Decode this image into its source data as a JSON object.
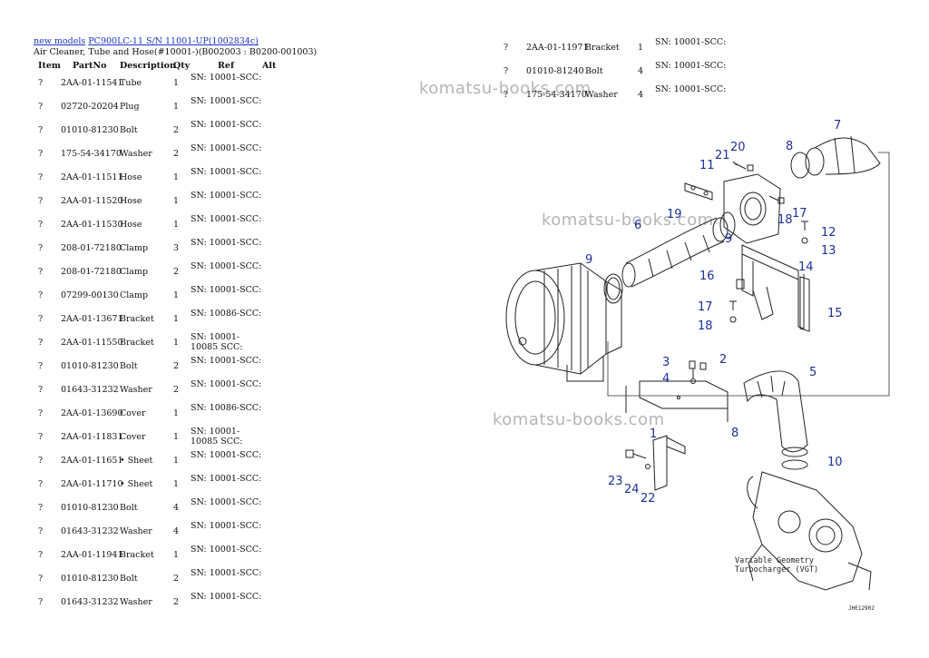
{
  "breadcrumb": {
    "root": "new models",
    "model": "PC900LC-11 S/N 11001-UP(1002834c)"
  },
  "subtitle": "Air Cleaner, Tube and Hose(#10001-)(B002003 : B0200-001003)",
  "headers": {
    "item": "Item",
    "partno": "PartNo",
    "description": "Description",
    "qty": "Qty",
    "ref": "Ref",
    "alt": "Alt"
  },
  "rows": [
    {
      "item": "?",
      "partno": "2AA-01-11541",
      "description": "Tube",
      "qty": "1",
      "ref": "SN: 10001-SCC:"
    },
    {
      "item": "?",
      "partno": "02720-20204",
      "description": "Plug",
      "qty": "1",
      "ref": "SN: 10001-SCC:"
    },
    {
      "item": "?",
      "partno": "01010-81230",
      "description": "Bolt",
      "qty": "2",
      "ref": "SN: 10001-SCC:"
    },
    {
      "item": "?",
      "partno": "175-54-34170",
      "description": "Washer",
      "qty": "2",
      "ref": "SN: 10001-SCC:"
    },
    {
      "item": "?",
      "partno": "2AA-01-11511",
      "description": "Hose",
      "qty": "1",
      "ref": "SN: 10001-SCC:"
    },
    {
      "item": "?",
      "partno": "2AA-01-11520",
      "description": "Hose",
      "qty": "1",
      "ref": "SN: 10001-SCC:"
    },
    {
      "item": "?",
      "partno": "2AA-01-11530",
      "description": "Hose",
      "qty": "1",
      "ref": "SN: 10001-SCC:"
    },
    {
      "item": "?",
      "partno": "208-01-72180",
      "description": "Clamp",
      "qty": "3",
      "ref": "SN: 10001-SCC:"
    },
    {
      "item": "?",
      "partno": "208-01-72180",
      "description": "Clamp",
      "qty": "2",
      "ref": "SN: 10001-SCC:"
    },
    {
      "item": "?",
      "partno": "07299-00130",
      "description": "Clamp",
      "qty": "1",
      "ref": "SN: 10001-SCC:"
    },
    {
      "item": "?",
      "partno": "2AA-01-13671",
      "description": "Bracket",
      "qty": "1",
      "ref": "SN: 10086-SCC:"
    },
    {
      "item": "?",
      "partno": "2AA-01-11550",
      "description": "Bracket",
      "qty": "1",
      "ref": "SN: 10001-10085 SCC:"
    },
    {
      "item": "?",
      "partno": "01010-81230",
      "description": "Bolt",
      "qty": "2",
      "ref": "SN: 10001-SCC:"
    },
    {
      "item": "?",
      "partno": "01643-31232",
      "description": "Washer",
      "qty": "2",
      "ref": "SN: 10001-SCC:"
    },
    {
      "item": "?",
      "partno": "2AA-01-13690",
      "description": "Cover",
      "qty": "1",
      "ref": "SN: 10086-SCC:"
    },
    {
      "item": "?",
      "partno": "2AA-01-11831",
      "description": "Cover",
      "qty": "1",
      "ref": "SN: 10001-10085 SCC:"
    },
    {
      "item": "?",
      "partno": "2AA-01-11651",
      "description": "• Sheet",
      "qty": "1",
      "ref": "SN: 10001-SCC:"
    },
    {
      "item": "?",
      "partno": "2AA-01-11710",
      "description": "• Sheet",
      "qty": "1",
      "ref": "SN: 10001-SCC:"
    },
    {
      "item": "?",
      "partno": "01010-81230",
      "description": "Bolt",
      "qty": "4",
      "ref": "SN: 10001-SCC:"
    },
    {
      "item": "?",
      "partno": "01643-31232",
      "description": "Washer",
      "qty": "4",
      "ref": "SN: 10001-SCC:"
    },
    {
      "item": "?",
      "partno": "2AA-01-11941",
      "description": "Bracket",
      "qty": "1",
      "ref": "SN: 10001-SCC:"
    },
    {
      "item": "?",
      "partno": "01010-81230",
      "description": "Bolt",
      "qty": "2",
      "ref": "SN: 10001-SCC:"
    },
    {
      "item": "?",
      "partno": "01643-31232",
      "description": "Washer",
      "qty": "2",
      "ref": "SN: 10001-SCC:"
    }
  ],
  "right_rows": [
    {
      "item": "?",
      "partno": "2AA-01-11971",
      "description": "Bracket",
      "qty": "1",
      "ref": "SN: 10001-SCC:"
    },
    {
      "item": "?",
      "partno": "01010-81240",
      "description": "Bolt",
      "qty": "4",
      "ref": "SN: 10001-SCC:"
    },
    {
      "item": "?",
      "partno": "175-54-34170",
      "description": "Washer",
      "qty": "4",
      "ref": "SN: 10001-SCC:"
    }
  ],
  "watermark": "komatsu-books.com",
  "diagram": {
    "callouts": [
      "1",
      "2",
      "3",
      "4",
      "5",
      "6",
      "7",
      "8",
      "8",
      "9",
      "9",
      "10",
      "11",
      "12",
      "13",
      "14",
      "15",
      "16",
      "17",
      "17",
      "18",
      "18",
      "19",
      "20",
      "21",
      "22",
      "23",
      "24"
    ],
    "caption_line1": "Variable Geometry",
    "caption_line2": "Turbocharger (VGT)",
    "figure_id": "JHE12902",
    "callout_color": "#1e2f9a"
  }
}
